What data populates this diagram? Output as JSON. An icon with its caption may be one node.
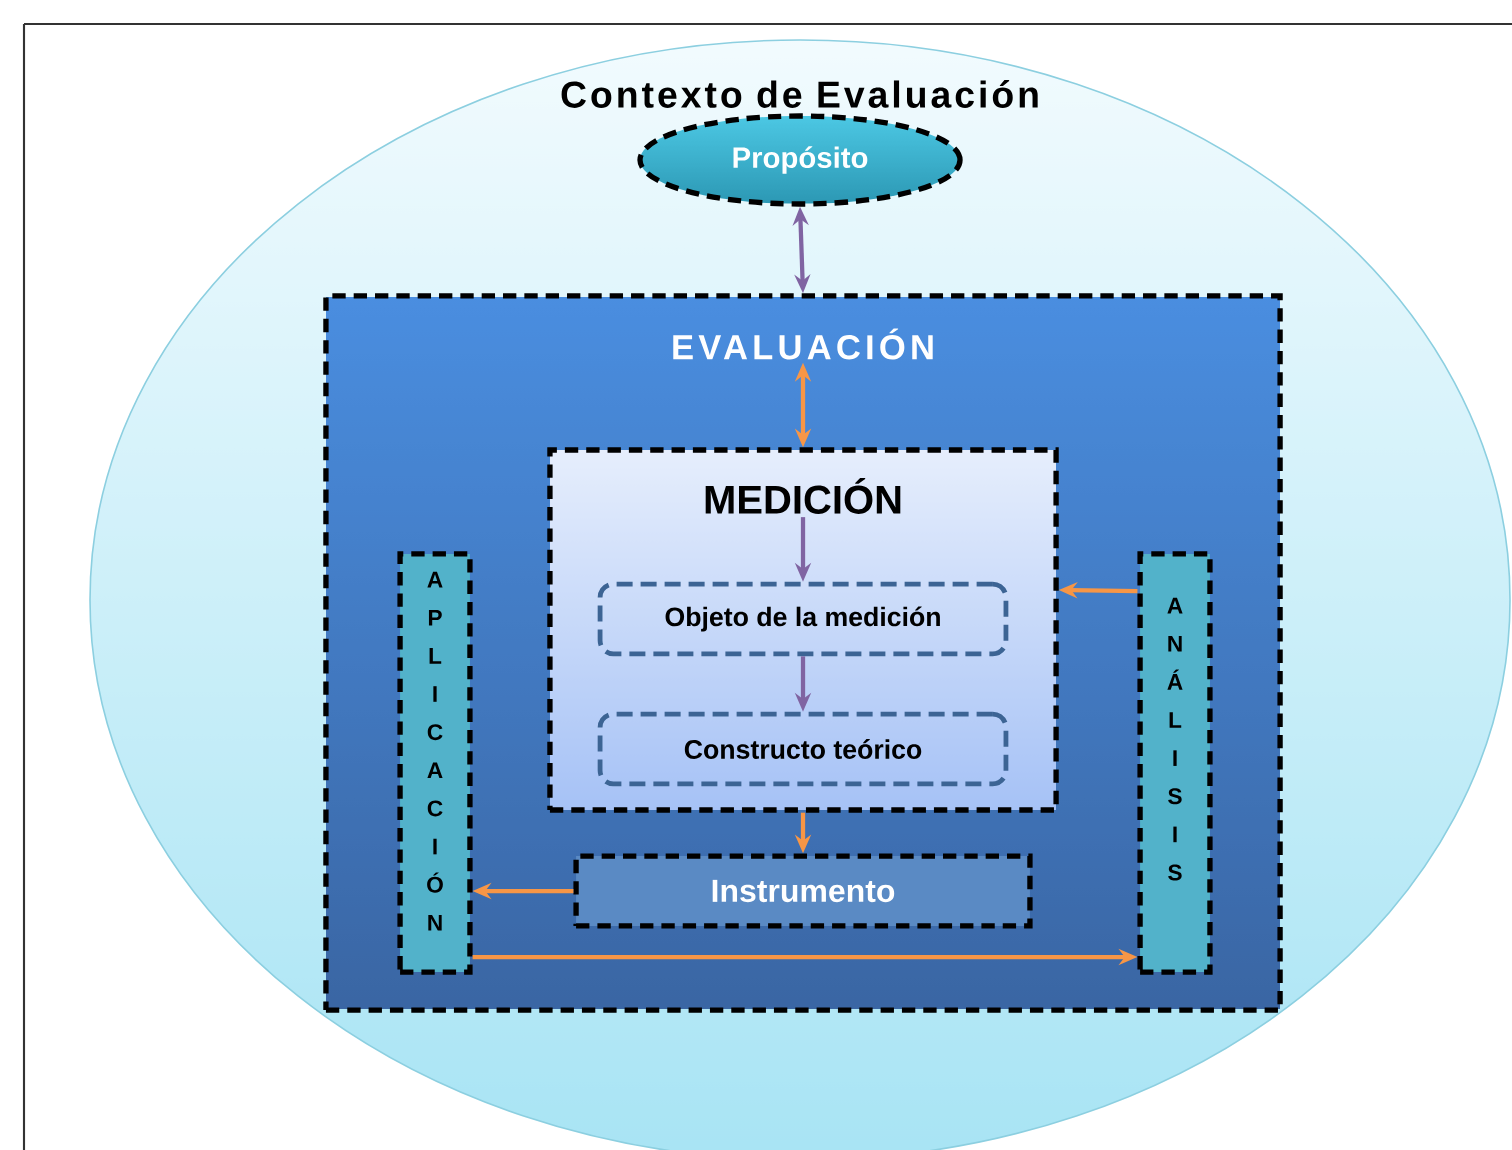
{
  "diagram": {
    "nodes": [
      {
        "text": [
          "Contexto de Evaluación"
        ]
      },
      {
        "text": [
          "Propósito"
        ],
        "in": 0
      },
      {
        "text": [
          "EVALUACIÓN"
        ],
        "in": 0
      },
      {
        "text": [
          "MEDICIÓN"
        ],
        "in": 2
      },
      {
        "text": [
          "Objeto de la medición"
        ],
        "in": 3
      },
      {
        "text": [
          "Constructo  teórico"
        ],
        "in": 3
      },
      {
        "text": [
          "APLICACIÓN"
        ],
        "in": 2
      },
      {
        "text": [
          "ANÁLISIS"
        ],
        "in": 2
      },
      {
        "text": [
          "Instrumento"
        ],
        "in": 2
      }
    ],
    "edges": [
      {
        "from": 1,
        "to": 2,
        "arrow": "both",
        "color": "#8064a2"
      },
      {
        "from": 2,
        "to": 3,
        "arrow": "both"
      },
      {
        "from": 3,
        "to": 4,
        "arrow": "to",
        "color": "#8064a2"
      },
      {
        "from": 4,
        "to": 5,
        "arrow": "to",
        "color": "#8064a2"
      },
      {
        "from": 3,
        "to": 8,
        "arrow": "to"
      },
      {
        "from": 8,
        "to": 6,
        "arrow": "to"
      },
      {
        "from": 7,
        "to": 3,
        "arrow": "to"
      },
      {
        "from": 6,
        "to": 7,
        "arrow": "to"
      }
    ]
  }
}
